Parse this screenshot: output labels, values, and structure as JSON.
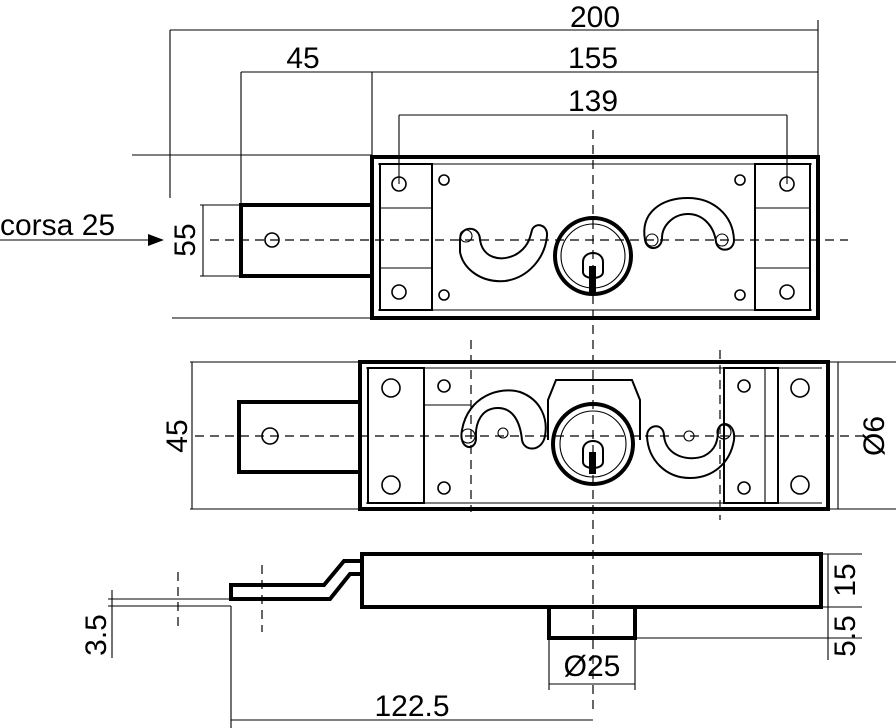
{
  "dimensions": {
    "overall_length": "200",
    "bolt_offset": "45",
    "body_length": "155",
    "hole_spacing": "139",
    "top_height": "55",
    "front_height": "45",
    "shaft_diameter": "Ø6",
    "profile_thickness": "15",
    "bolt_thickness": "3.5",
    "cylinder_projection": "5.5",
    "cylinder_diameter": "Ø25",
    "bolt_to_cylinder": "122.5"
  },
  "labels": {
    "stroke": "corsa 25"
  },
  "colors": {
    "line": "#000000",
    "background": "#ffffff"
  }
}
